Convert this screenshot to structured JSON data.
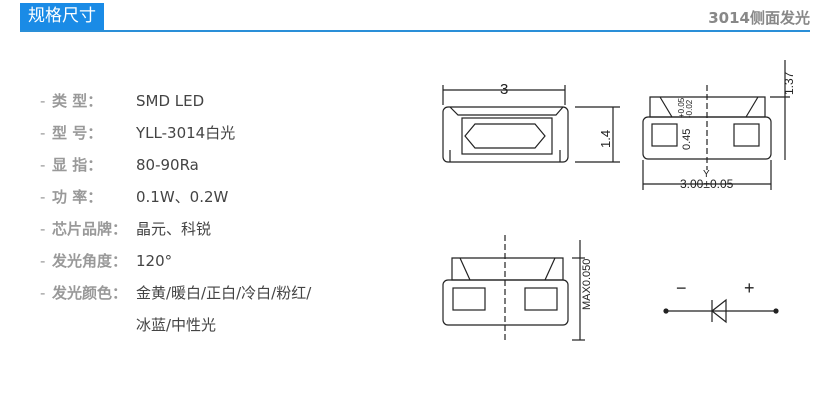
{
  "header": {
    "title": "规格尺寸",
    "subtitle": "3014侧面发光"
  },
  "specs": [
    {
      "label": "类 型：",
      "value": "SMD LED"
    },
    {
      "label": "型 号：",
      "value": "YLL-3014白光"
    },
    {
      "label": "显 指：",
      "value": "80-90Ra"
    },
    {
      "label": "功 率：",
      "value": "0.1W、0.2W"
    },
    {
      "label": "芯片品牌：",
      "value": "晶元、科锐"
    },
    {
      "label": "发光角度：",
      "value": "120°"
    },
    {
      "label": "发光颜色：",
      "value": "金黄/暖白/正白/冷白/粉红/",
      "value2": "冰蓝/中性光"
    }
  ],
  "drawing": {
    "width": "3",
    "height": "1.4",
    "total_h": "1.37",
    "tol": "0.45",
    "tol_plus": "+0.05",
    "tol_minus": "-0.02",
    "axis": "Y",
    "bottom_w": "3.00±0.05",
    "max": "MAX0.050",
    "minus": "−",
    "plus": "+"
  }
}
